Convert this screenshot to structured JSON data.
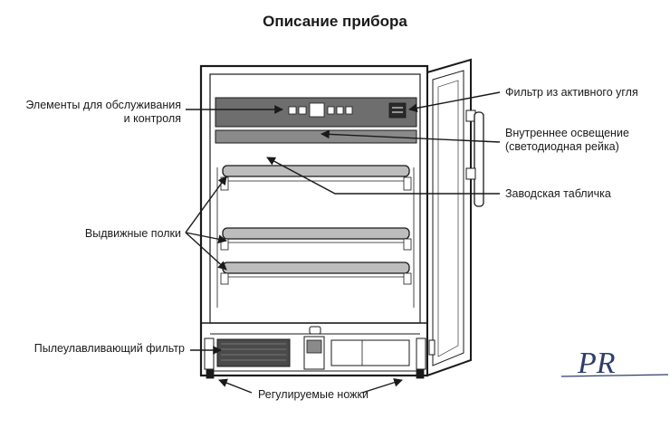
{
  "title": "Описание прибора",
  "labels": {
    "controls": [
      "Элементы для обслуживания",
      "и контроля"
    ],
    "shelves": "Выдвижные полки",
    "dust_filter": "Пылеулавливающий фильтр",
    "feet": "Регулируемые ножки",
    "carbon_filter": "Фильтр из активного угля",
    "lighting": [
      "Внутреннее освещение",
      "(светодиодная рейка)"
    ],
    "nameplate": "Заводская табличка"
  },
  "logo_text": "PR",
  "colors": {
    "line": "#1a1a1a",
    "panel": "#6e6e6e",
    "panel_light": "#8a8a8a",
    "shelf": "#bdbdbd",
    "filter": "#4a4a4a"
  }
}
